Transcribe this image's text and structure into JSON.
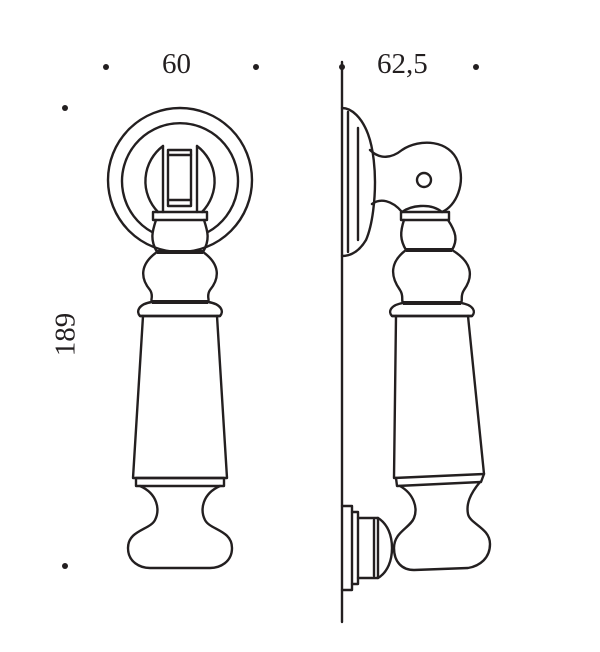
{
  "drawing": {
    "subject": "door knocker technical drawing",
    "views": [
      "front-view",
      "side-view"
    ],
    "line_color": "#231f20",
    "background": "#ffffff"
  },
  "dimensions": {
    "width": "60",
    "depth": "62,5",
    "height": "189"
  }
}
